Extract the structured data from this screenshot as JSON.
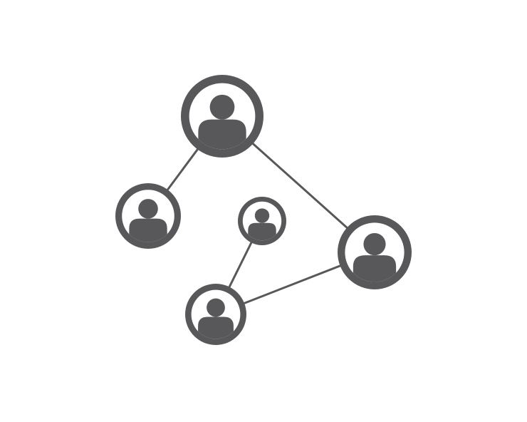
{
  "diagram": {
    "type": "network",
    "colors": {
      "background": "#ffffff",
      "node": "#58585a",
      "edge": "#58585a"
    },
    "nodes": [
      {
        "id": "top",
        "icon": "person-icon"
      },
      {
        "id": "left",
        "icon": "person-icon"
      },
      {
        "id": "center-small",
        "icon": "person-icon"
      },
      {
        "id": "right",
        "icon": "person-icon"
      },
      {
        "id": "bottom",
        "icon": "person-icon"
      }
    ],
    "edges": [
      {
        "from": "top",
        "to": "left"
      },
      {
        "from": "top",
        "to": "right"
      },
      {
        "from": "right",
        "to": "bottom"
      },
      {
        "from": "bottom",
        "to": "center-small"
      }
    ]
  }
}
